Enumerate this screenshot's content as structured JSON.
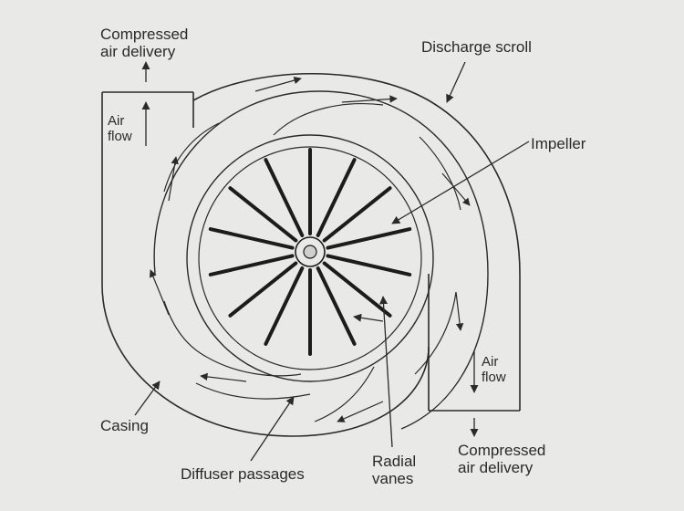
{
  "labels": {
    "top_delivery": [
      "Compressed",
      "air delivery"
    ],
    "top_flow": [
      "Air",
      "flow"
    ],
    "discharge_scroll": "Discharge scroll",
    "impeller": "Impeller",
    "right_flow": [
      "Air",
      "flow"
    ],
    "casing": "Casing",
    "diffuser_passages": "Diffuser passages",
    "radial_vanes": [
      "Radial",
      "vanes"
    ],
    "bottom_delivery": [
      "Compressed",
      "air delivery"
    ]
  },
  "impeller": {
    "blade_count": 14
  },
  "colors": {
    "background": "#e9e9e7",
    "ink": "#2a2a2a",
    "blade": "#1c1c1c"
  }
}
